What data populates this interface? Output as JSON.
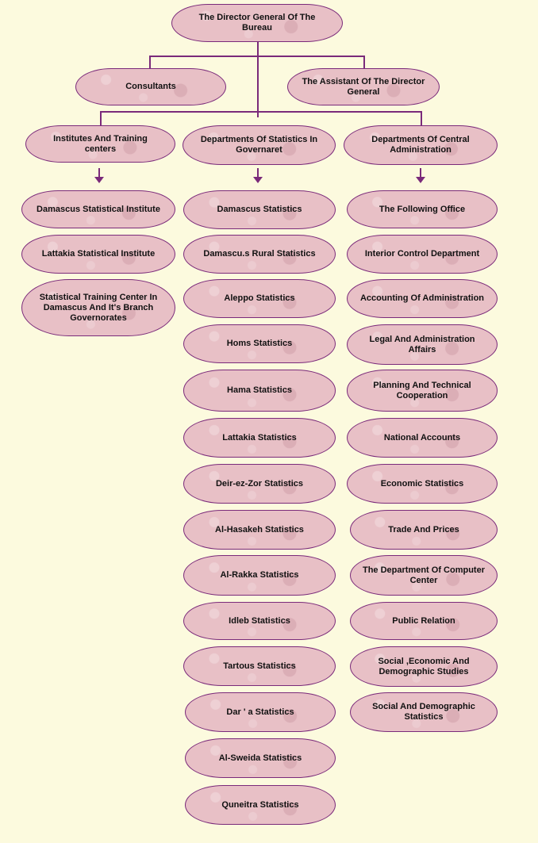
{
  "top": {
    "director": "The Director General Of The Bureau",
    "consultants": "Consultants",
    "assistant": "The Assistant  Of The Director General"
  },
  "branches": {
    "institutes": "Institutes And  Training centers",
    "governorates": "Departments Of Statistics In Governaret",
    "central": "Departments Of Central Administration"
  },
  "institutes": [
    "Damascus Statistical Institute",
    "Lattakia Statistical Institute",
    "Statistical Training  Center In Damascus And It's Branch Governorates"
  ],
  "governorates": [
    "Damascus  Statistics",
    "Damascu.s Rural Statistics",
    "Aleppo  Statistics",
    "Homs Statistics",
    "Hama Statistics",
    "Lattakia Statistics",
    "Deir-ez-Zor Statistics",
    "Al-Hasakeh Statistics",
    "Al-Rakka  Statistics",
    "Idleb Statistics",
    "Tartous Statistics",
    "Dar ' a Statistics",
    "Al-Sweida Statistics",
    "Quneitra Statistics"
  ],
  "central": [
    "The Following Office",
    "Interior Control Department",
    "Accounting Of Administration",
    "Legal And Administration Affairs",
    "Planning And Technical Cooperation",
    "National Accounts",
    "Economic Statistics",
    "Trade And Prices",
    "The Department Of Computer Center",
    "Public Relation",
    "Social ,Economic And Demographic Studies",
    "Social And Demographic Statistics"
  ],
  "colors": {
    "node_fill": "#e8c0c6",
    "line": "#7a2a7a",
    "background": "#fcfade"
  }
}
